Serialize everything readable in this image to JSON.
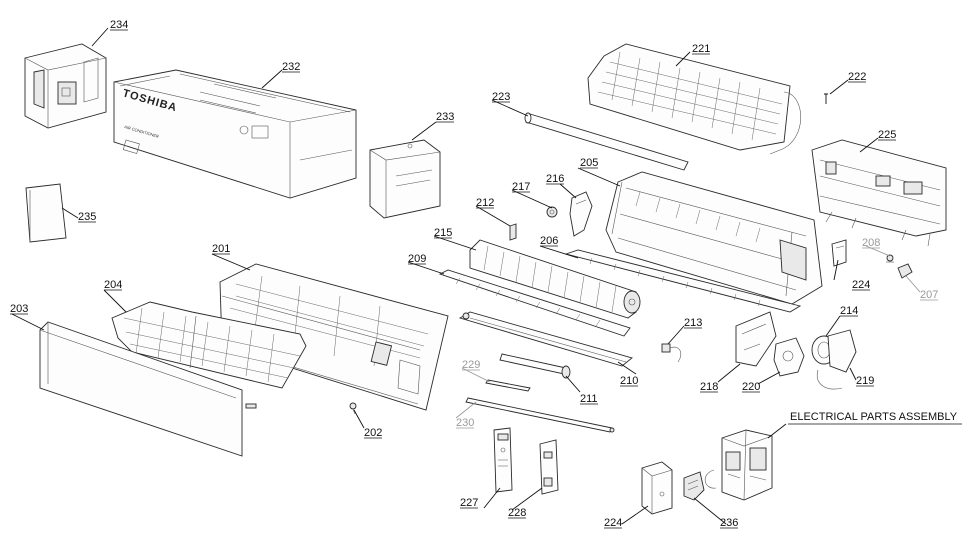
{
  "diagram": {
    "brand_text": "TOSHIBA",
    "box_text": "AIR CONDITIONER",
    "labels": {
      "p201": "201",
      "p202": "202",
      "p203": "203",
      "p204": "204",
      "p205": "205",
      "p206": "206",
      "p207": "207",
      "p208": "208",
      "p209": "209",
      "p210": "210",
      "p211": "211",
      "p212": "212",
      "p213": "213",
      "p214": "214",
      "p215": "215",
      "p216": "216",
      "p217": "217",
      "p218": "218",
      "p219": "219",
      "p220": "220",
      "p221": "221",
      "p222": "222",
      "p223": "223",
      "p224a": "224",
      "p224b": "224",
      "p225": "225",
      "p227": "227",
      "p228": "228",
      "p229": "229",
      "p230": "230",
      "p232": "232",
      "p233": "233",
      "p234": "234",
      "p235": "235",
      "p236": "236",
      "electrical": "ELECTRICAL PARTS ASSEMBLY"
    },
    "colors": {
      "ink": "#111111",
      "muted": "#9a9a9a"
    }
  }
}
